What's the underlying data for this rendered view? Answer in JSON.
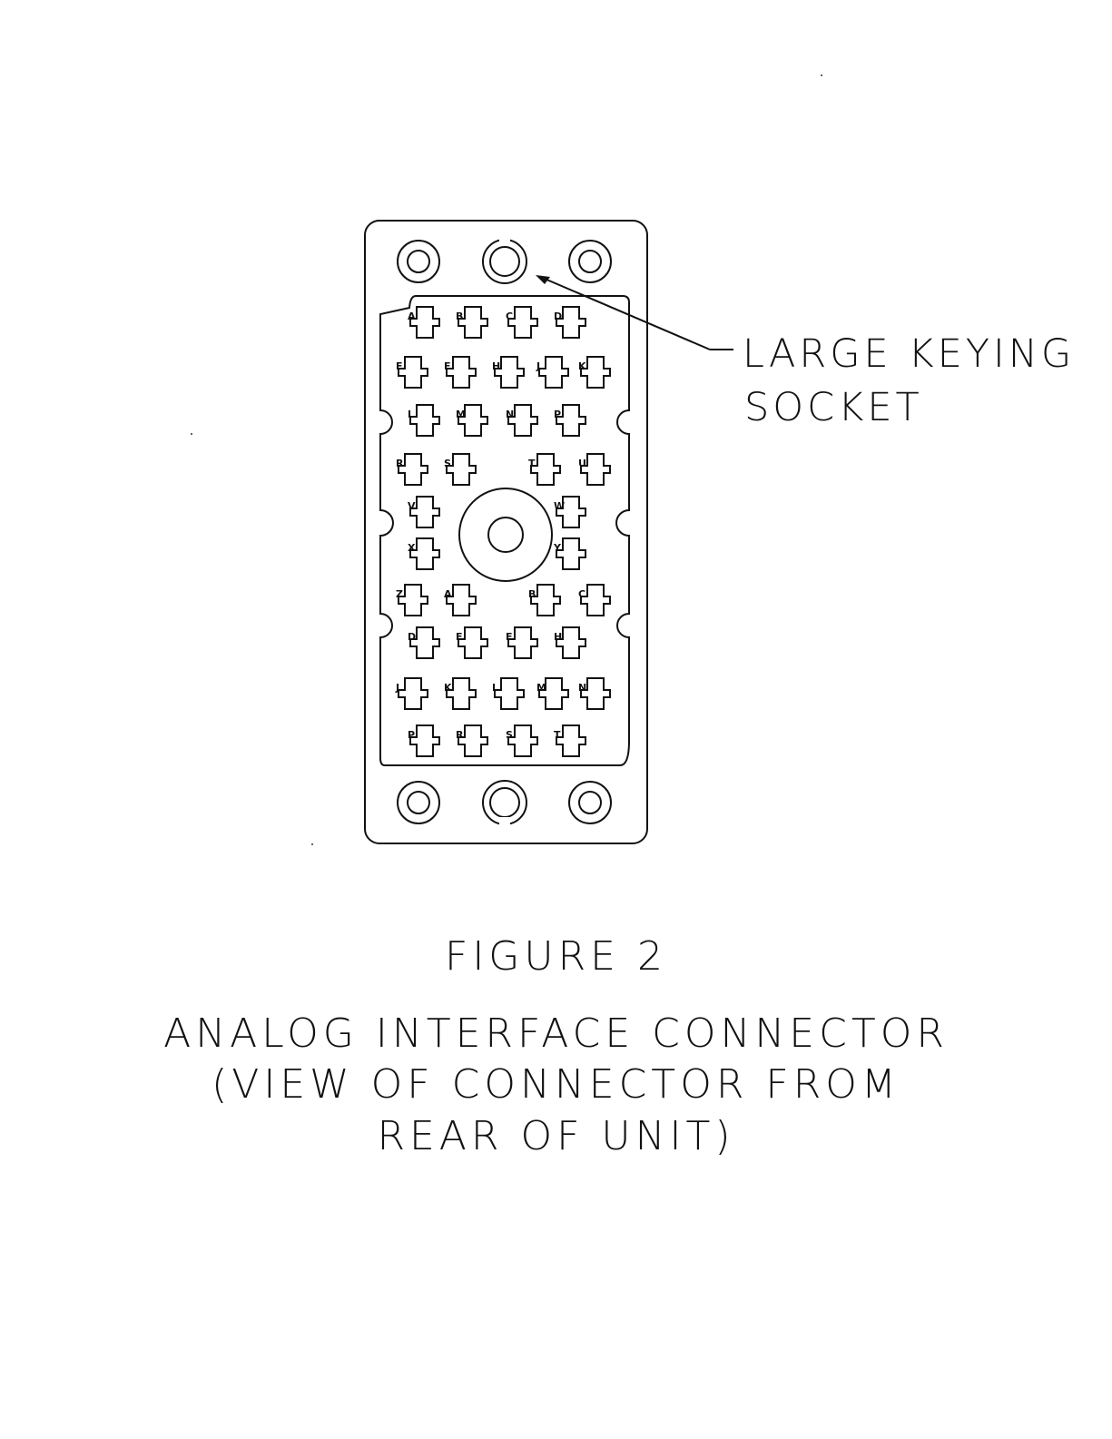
{
  "callout": {
    "line1": "LARGE KEYING",
    "line2": "SOCKET"
  },
  "caption": {
    "figure": "FIGURE 2",
    "title": "ANALOG INTERFACE CONNECTOR",
    "subtitle_line1": "(VIEW OF CONNECTOR FROM",
    "subtitle_line2": "REAR OF UNIT)"
  },
  "pins": [
    [
      "A",
      "B",
      "C",
      "D"
    ],
    [
      "E",
      "F",
      "H",
      "J",
      "K"
    ],
    [
      "L",
      "M",
      "N",
      "P"
    ],
    [
      "R",
      "S",
      "T",
      "U"
    ],
    [
      "V",
      "W"
    ],
    [
      "X",
      "Y"
    ],
    [
      "Z",
      "A",
      "B",
      "C"
    ],
    [
      "D",
      "E",
      "F",
      "H"
    ],
    [
      "J",
      "K",
      "L",
      "M",
      "N"
    ],
    [
      "P",
      "R",
      "S",
      "T"
    ]
  ],
  "colors": {
    "ink": "#111111",
    "paper": "#ffffff"
  }
}
